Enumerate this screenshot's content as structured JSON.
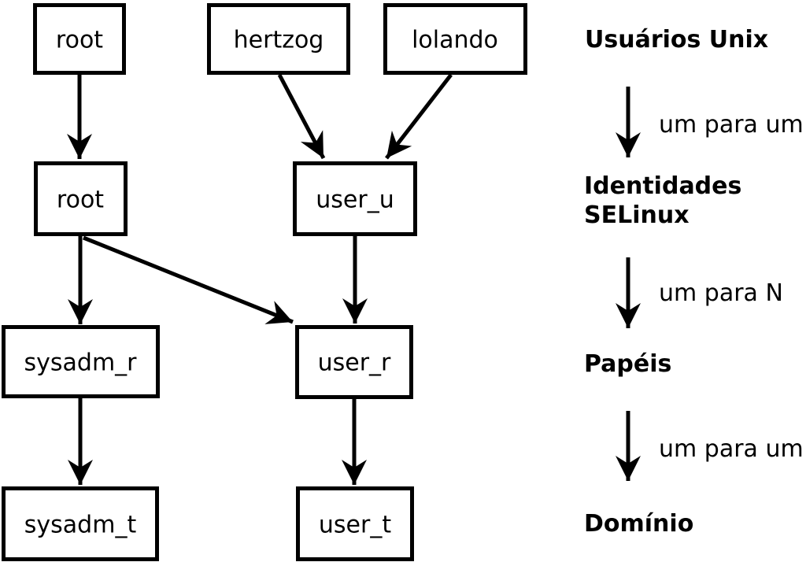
{
  "diagram": {
    "title_implicit": "SELinux identity, role and domain mapping",
    "colors": {
      "stroke": "#000000",
      "background": "#ffffff"
    },
    "nodes": [
      {
        "id": "root-unix",
        "label": "root"
      },
      {
        "id": "hertzog",
        "label": "hertzog"
      },
      {
        "id": "lolando",
        "label": "lolando"
      },
      {
        "id": "root-selinux",
        "label": "root"
      },
      {
        "id": "user_u",
        "label": "user_u"
      },
      {
        "id": "sysadm_r",
        "label": "sysadm_r"
      },
      {
        "id": "user_r",
        "label": "user_r"
      },
      {
        "id": "sysadm_t",
        "label": "sysadm_t"
      },
      {
        "id": "user_t",
        "label": "user_t"
      }
    ],
    "edges": [
      {
        "from": "root-unix",
        "to": "root-selinux"
      },
      {
        "from": "hertzog",
        "to": "user_u"
      },
      {
        "from": "lolando",
        "to": "user_u"
      },
      {
        "from": "root-selinux",
        "to": "sysadm_r"
      },
      {
        "from": "root-selinux",
        "to": "user_r"
      },
      {
        "from": "user_u",
        "to": "user_r"
      },
      {
        "from": "sysadm_r",
        "to": "sysadm_t"
      },
      {
        "from": "user_r",
        "to": "user_t"
      }
    ],
    "legend": {
      "level1": "Usuários Unix",
      "mapping1": "um para um",
      "level2_line1": "Identidades",
      "level2_line2": "SELinux",
      "mapping2": "um para N",
      "level3": "Papéis",
      "mapping3": "um para um",
      "level4": "Domínio"
    }
  }
}
